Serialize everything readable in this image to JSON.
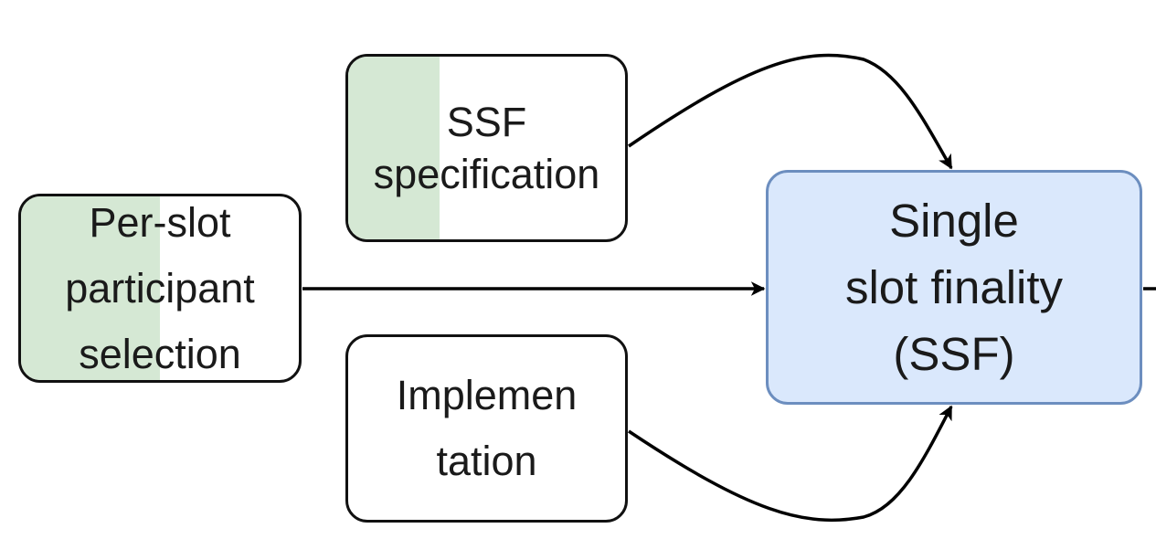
{
  "nodes": {
    "ssf_specification": {
      "lines": [
        "SSF",
        "specification"
      ],
      "progress": 0.33,
      "fill_color": "#ffffff",
      "progress_color": "#d5e8d4",
      "border_color": "#111111"
    },
    "per_slot_selection": {
      "lines": [
        "Per-slot",
        "participant",
        "selection"
      ],
      "progress": 0.5,
      "fill_color": "#ffffff",
      "progress_color": "#d5e8d4",
      "border_color": "#111111"
    },
    "implementation": {
      "lines": [
        "Implemen",
        "tation"
      ],
      "progress": 0,
      "fill_color": "#ffffff",
      "progress_color": "#d5e8d4",
      "border_color": "#111111"
    },
    "single_slot_finality": {
      "lines": [
        "Single",
        "slot finality",
        "(SSF)"
      ],
      "fill_color": "#dae8fc",
      "border_color": "#6c8ebf"
    }
  },
  "edges": [
    {
      "from": "ssf_specification",
      "to": "single_slot_finality"
    },
    {
      "from": "per_slot_selection",
      "to": "single_slot_finality"
    },
    {
      "from": "implementation",
      "to": "single_slot_finality"
    },
    {
      "from": "single_slot_finality",
      "to": "offscreen-right"
    }
  ],
  "colors": {
    "edge": "#000000",
    "text": "#1a1a1a"
  }
}
